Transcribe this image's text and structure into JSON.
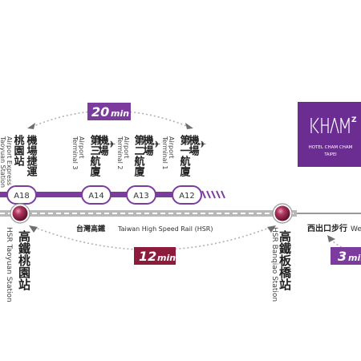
{
  "colors": {
    "purple": "#7b3c9e",
    "crimson": "#8c1b3c",
    "gray": "#b2b2b2",
    "dark": "#222222",
    "text": "#333333"
  },
  "top_time": {
    "value": "20",
    "unit": "min"
  },
  "bottom_time": {
    "value": "12",
    "unit": "min"
  },
  "right_time": {
    "value": "3",
    "unit": "min"
  },
  "hotel_logo": {
    "letters": "KHAM",
    "superscript": "Z",
    "name": "HOTEL CHAM CHAM",
    "city": "TAIPEI"
  },
  "stations": [
    {
      "code": "A18",
      "zh": [
        "機場捷運",
        "桃園站"
      ],
      "en": [
        "Airport Express",
        "Taoyuan Station"
      ]
    },
    {
      "code": "A14",
      "zh": [
        "機場",
        "第三航廈"
      ],
      "en": [
        "Airport",
        "Terminal 3"
      ]
    },
    {
      "code": "A13",
      "zh": [
        "機場",
        "第二航廈"
      ],
      "en": [
        "Airport",
        "Terminal 2"
      ]
    },
    {
      "code": "A12",
      "zh": [
        "機場",
        "第一航廈"
      ],
      "en": [
        "Airport",
        "Terminal 1"
      ]
    }
  ],
  "hsr_line": {
    "zh": "台灣高鐵",
    "en": "Taiwan High Speed Rail (HSR)"
  },
  "hsr_stations": [
    {
      "zh": "高鐵桃園站",
      "en": "HSR Taoyuan Station"
    },
    {
      "zh": "高鐵板橋站",
      "en": "HSR Banqiao Station"
    }
  ],
  "west_exit": {
    "zh": "西出口步行",
    "en": "We"
  }
}
